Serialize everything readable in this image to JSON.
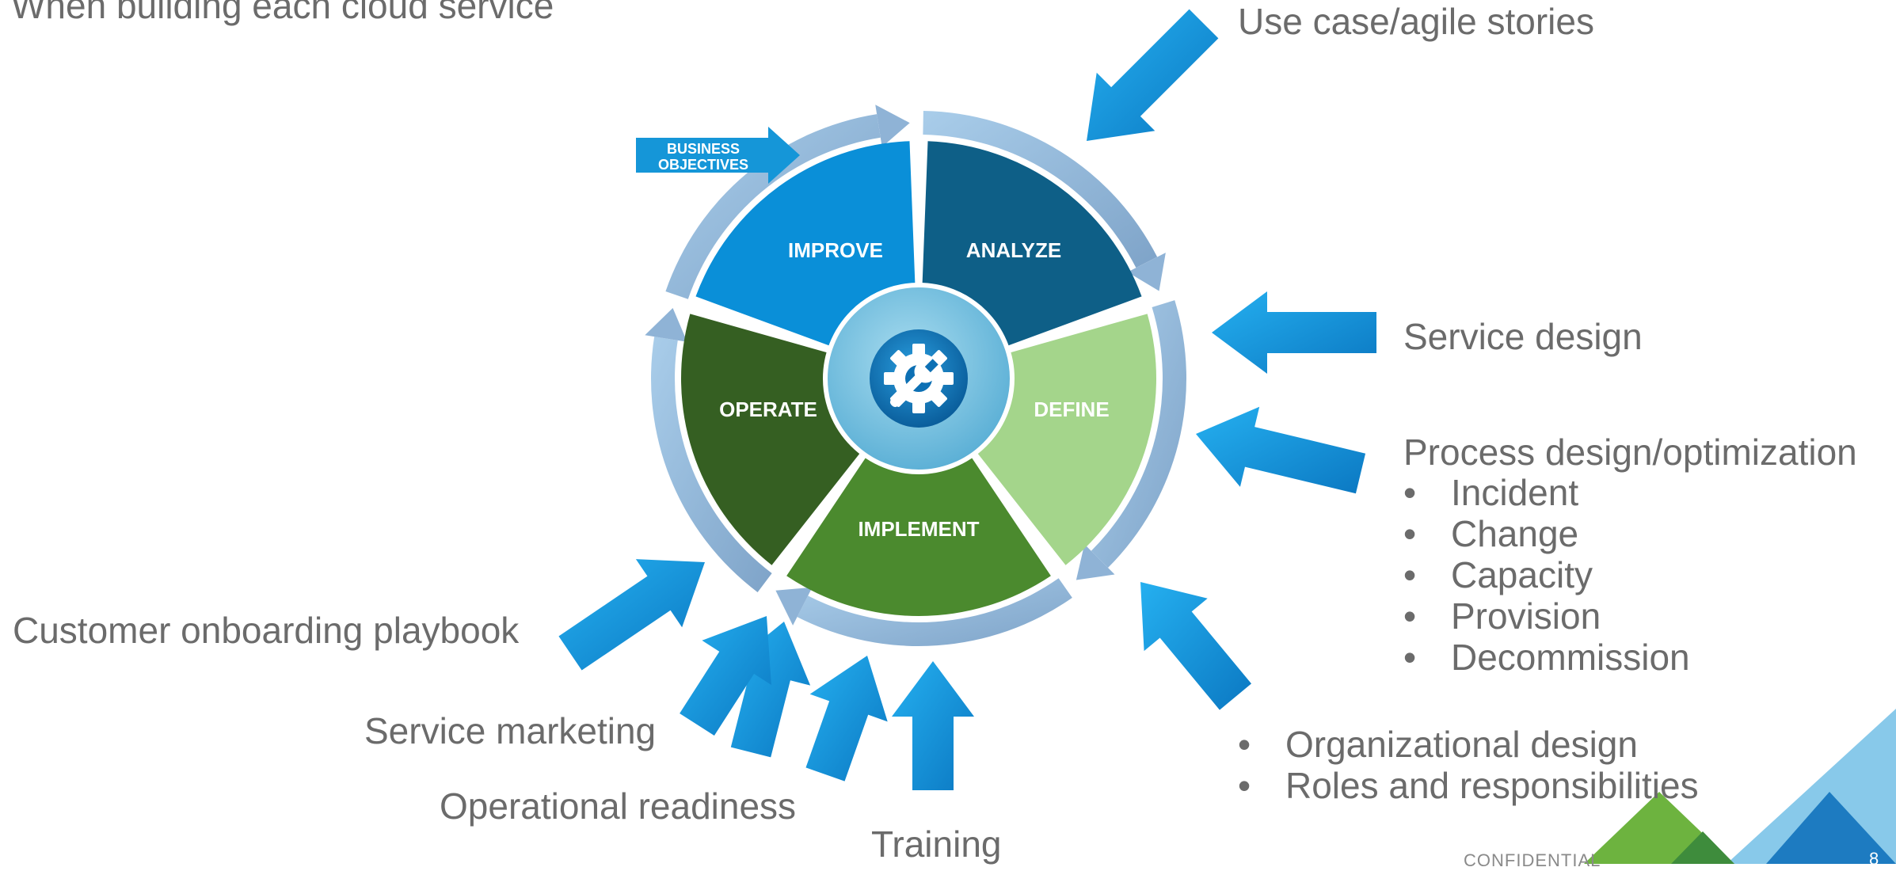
{
  "slide": {
    "subtitle": "When building each cloud service",
    "confidential": "CONFIDENTIAL",
    "page_number": "8"
  },
  "cycle": {
    "segments": [
      {
        "label": "IMPROVE",
        "color": "#0a8fd8"
      },
      {
        "label": "ANALYZE",
        "color": "#0e5f87"
      },
      {
        "label": "DEFINE",
        "color": "#a4d58b"
      },
      {
        "label": "IMPLEMENT",
        "color": "#4b8a2e"
      },
      {
        "label": "OPERATE",
        "color": "#355f22"
      }
    ],
    "badge": {
      "line1": "BUSINESS",
      "line2": "OBJECTIVES"
    },
    "center_icon": "gear-wrench-icon"
  },
  "annotations": {
    "use_case": "Use case/agile stories",
    "service_design": "Service design",
    "process_design": "Process design/optimization",
    "process_items": [
      "Incident",
      "Change",
      "Capacity",
      "Provision",
      "Decommission"
    ],
    "org_items": [
      "Organizational design",
      "Roles and responsibilities"
    ],
    "customer_onboarding": "Customer onboarding playbook",
    "service_marketing": "Service marketing",
    "operational_readiness": "Operational readiness",
    "training": "Training"
  },
  "colors": {
    "arrow_blue": "#1a9be0",
    "ring": "#9ec1e3",
    "hub": "#7fc4e0",
    "text_gray": "#6b6b6b"
  }
}
